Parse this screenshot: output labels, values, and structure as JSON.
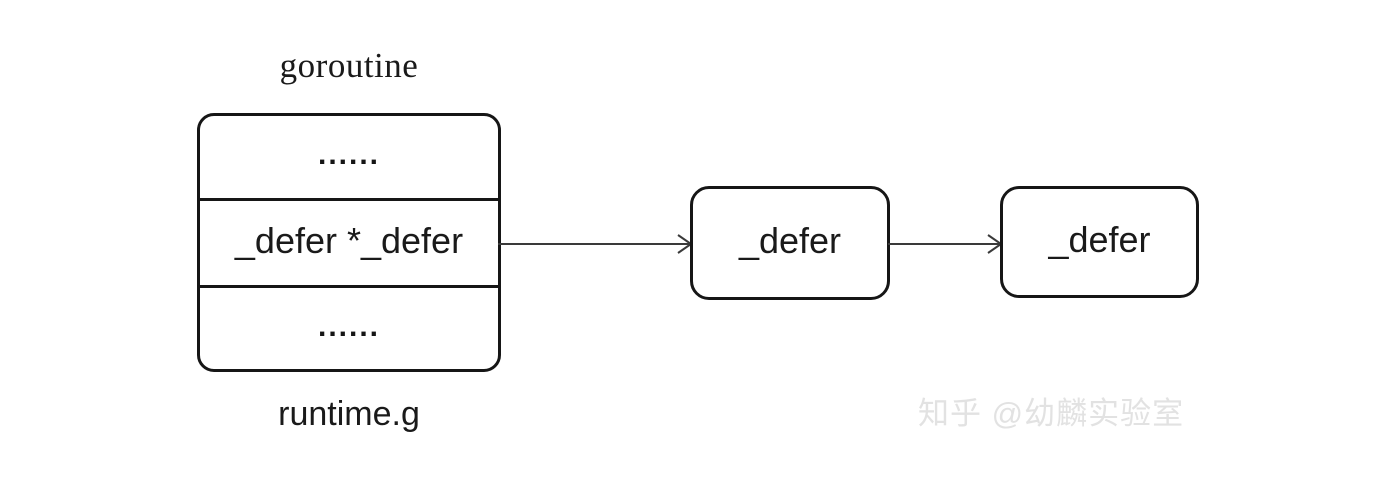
{
  "diagram": {
    "title_top": "goroutine",
    "title_bottom": "runtime.g",
    "struct": {
      "name": "runtime.g",
      "rows": [
        {
          "id": "rows-above",
          "label": "......",
          "kind": "ellipsis"
        },
        {
          "id": "defer-field",
          "label": "_defer *_defer",
          "kind": "field"
        },
        {
          "id": "rows-below",
          "label": "......",
          "kind": "ellipsis"
        }
      ]
    },
    "nodes": [
      {
        "id": "defer-node-1",
        "label": "_defer"
      },
      {
        "id": "defer-node-2",
        "label": "_defer"
      }
    ],
    "arrows": [
      {
        "id": "arrow-g-to-node1",
        "from": "defer-field",
        "to": "defer-node-1"
      },
      {
        "id": "arrow-node1-to-node2",
        "from": "defer-node-1",
        "to": "defer-node-2"
      }
    ],
    "watermark": "知乎 @幼麟实验室",
    "colors": {
      "background": "#ffffff",
      "stroke": "#161616",
      "text": "#1a1a1a",
      "arrow": "#3a3a3a",
      "watermark": "#e2e2e2"
    }
  }
}
